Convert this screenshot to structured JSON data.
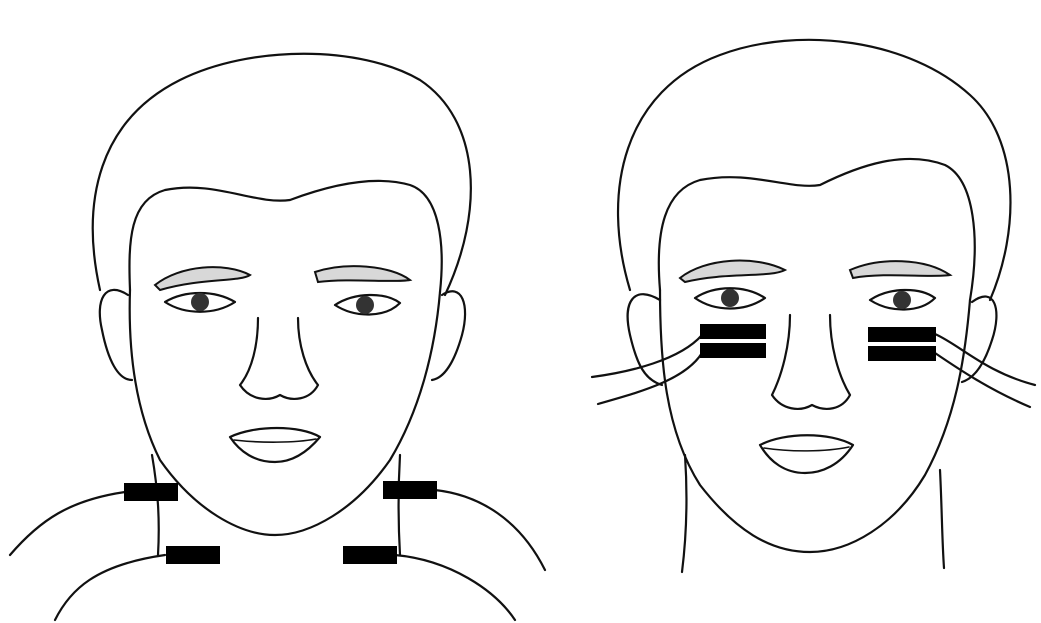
{
  "figures": [
    {
      "name": "left-face",
      "electrode_site": "neck",
      "electrode_count": 4
    },
    {
      "name": "right-face",
      "electrode_site": "cheeks",
      "electrode_count": 4
    }
  ],
  "colors": {
    "background": "#ffffff",
    "line": "#111111",
    "electrode": "#000000"
  }
}
